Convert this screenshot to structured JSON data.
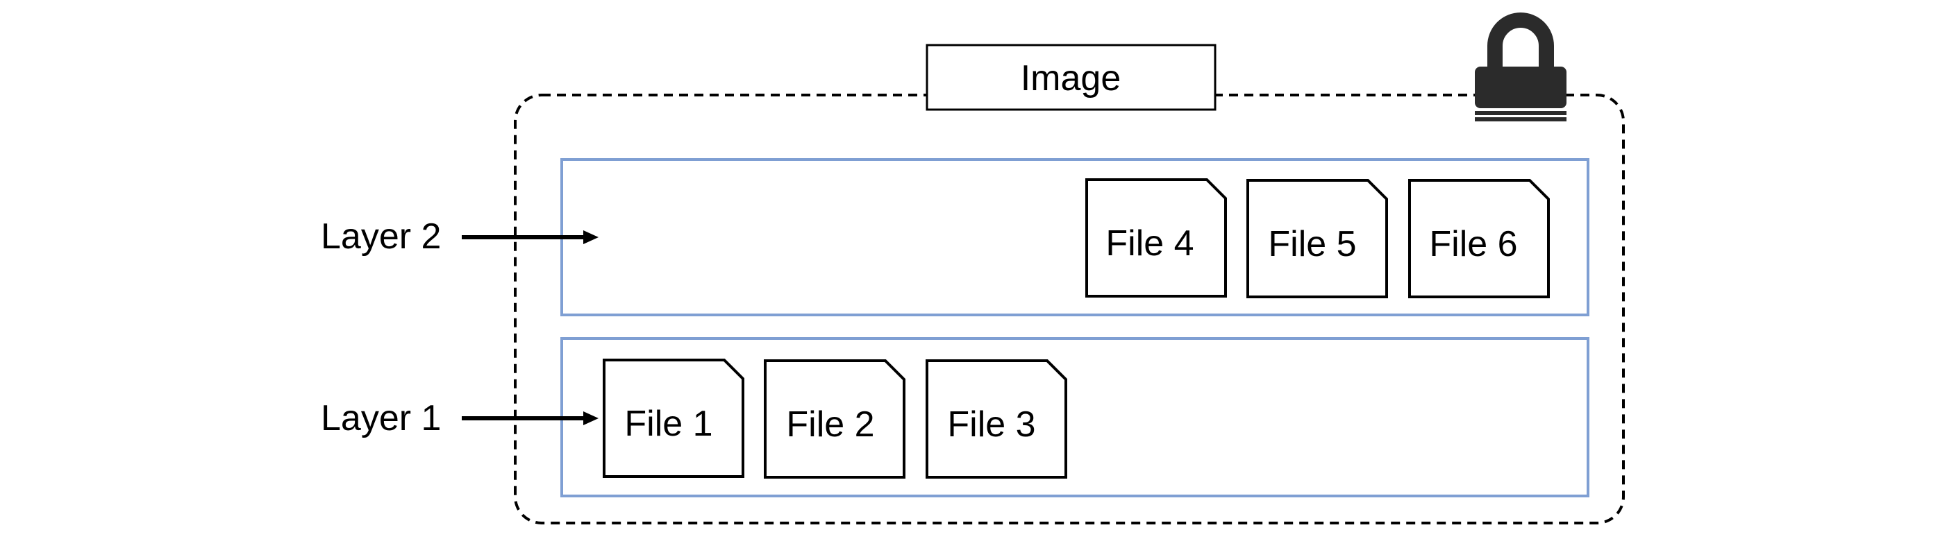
{
  "image": {
    "title": "Image"
  },
  "layers": [
    {
      "label": "Layer 2",
      "files": [
        "File 4",
        "File 5",
        "File 6"
      ]
    },
    {
      "label": "Layer 1",
      "files": [
        "File 1",
        "File 2",
        "File 3"
      ]
    }
  ],
  "colors": {
    "layer_border": "#7f9fd3",
    "stroke": "#000000",
    "lock": "#2b2b2b"
  },
  "icons": {
    "lock": "padlock-icon"
  }
}
